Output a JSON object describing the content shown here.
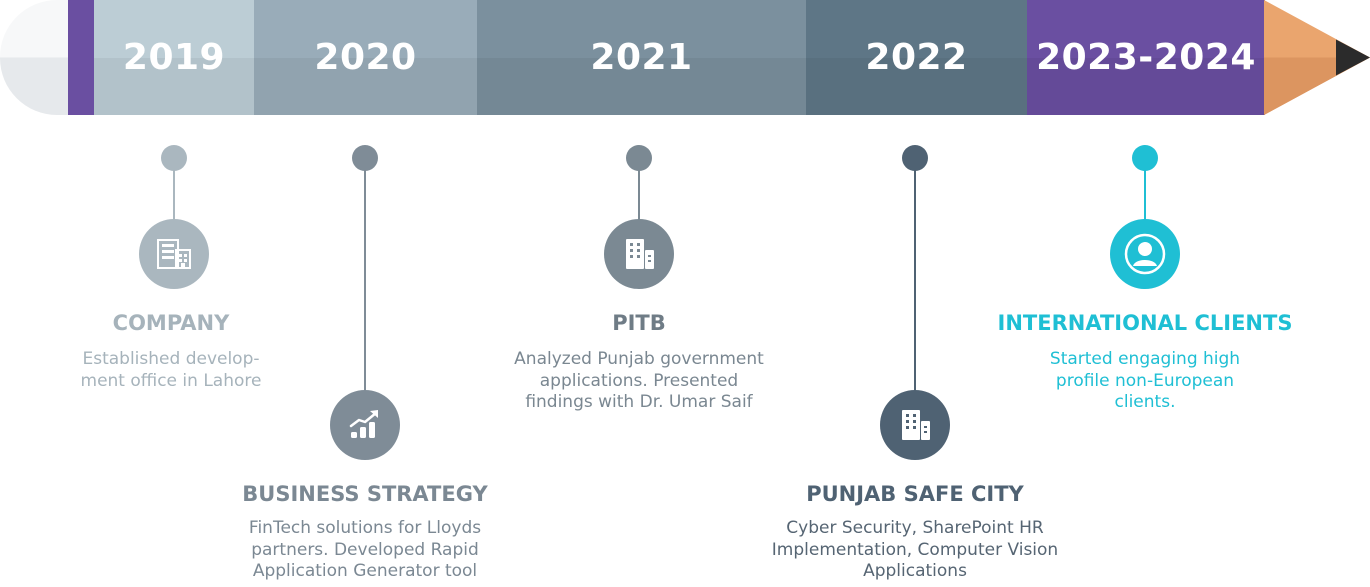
{
  "years": [
    {
      "label": "2019",
      "color": "#bccdd5"
    },
    {
      "label": "2020",
      "color": "#99acb9"
    },
    {
      "label": "2021",
      "color": "#7b909e"
    },
    {
      "label": "2022",
      "color": "#5e7686"
    },
    {
      "label": "2023-2024",
      "color": "#6a4fa1"
    }
  ],
  "milestones": [
    {
      "title": "COMPANY",
      "desc_lines": [
        "Established develop-",
        "ment office in Lahore"
      ],
      "color": "#aab7bf",
      "text_color": "#a6b3bb",
      "title_color": "#a6b3bb",
      "icon": "buildings-icon"
    },
    {
      "title": "BUSINESS STRATEGY",
      "desc_lines": [
        "FinTech solutions for Lloyds",
        "partners. Developed Rapid",
        "Application Generator tool"
      ],
      "color": "#7f8c97",
      "text_color": "#7b8893",
      "title_color": "#7b8893",
      "icon": "growth-chart-icon"
    },
    {
      "title": "PITB",
      "desc_lines": [
        "Analyzed Punjab government",
        "applications. Presented",
        "findings with Dr. Umar Saif"
      ],
      "color": "#7b8993",
      "text_color": "#7a8791",
      "title_color": "#6f7c86",
      "icon": "office-building-icon"
    },
    {
      "title": "PUNJAB SAFE CITY",
      "desc_lines": [
        "Cyber Security, SharePoint HR",
        "Implementation, Computer Vision",
        "Applications"
      ],
      "color": "#4f6273",
      "text_color": "#566573",
      "title_color": "#4f6273",
      "icon": "office-building-icon"
    },
    {
      "title": "INTERNATIONAL CLIENTS",
      "desc_lines": [
        "Started engaging high",
        "profile non-European",
        "clients."
      ],
      "color": "#1fbfd4",
      "text_color": "#1fbfd4",
      "title_color": "#1fbfd4",
      "icon": "user-icon"
    }
  ]
}
